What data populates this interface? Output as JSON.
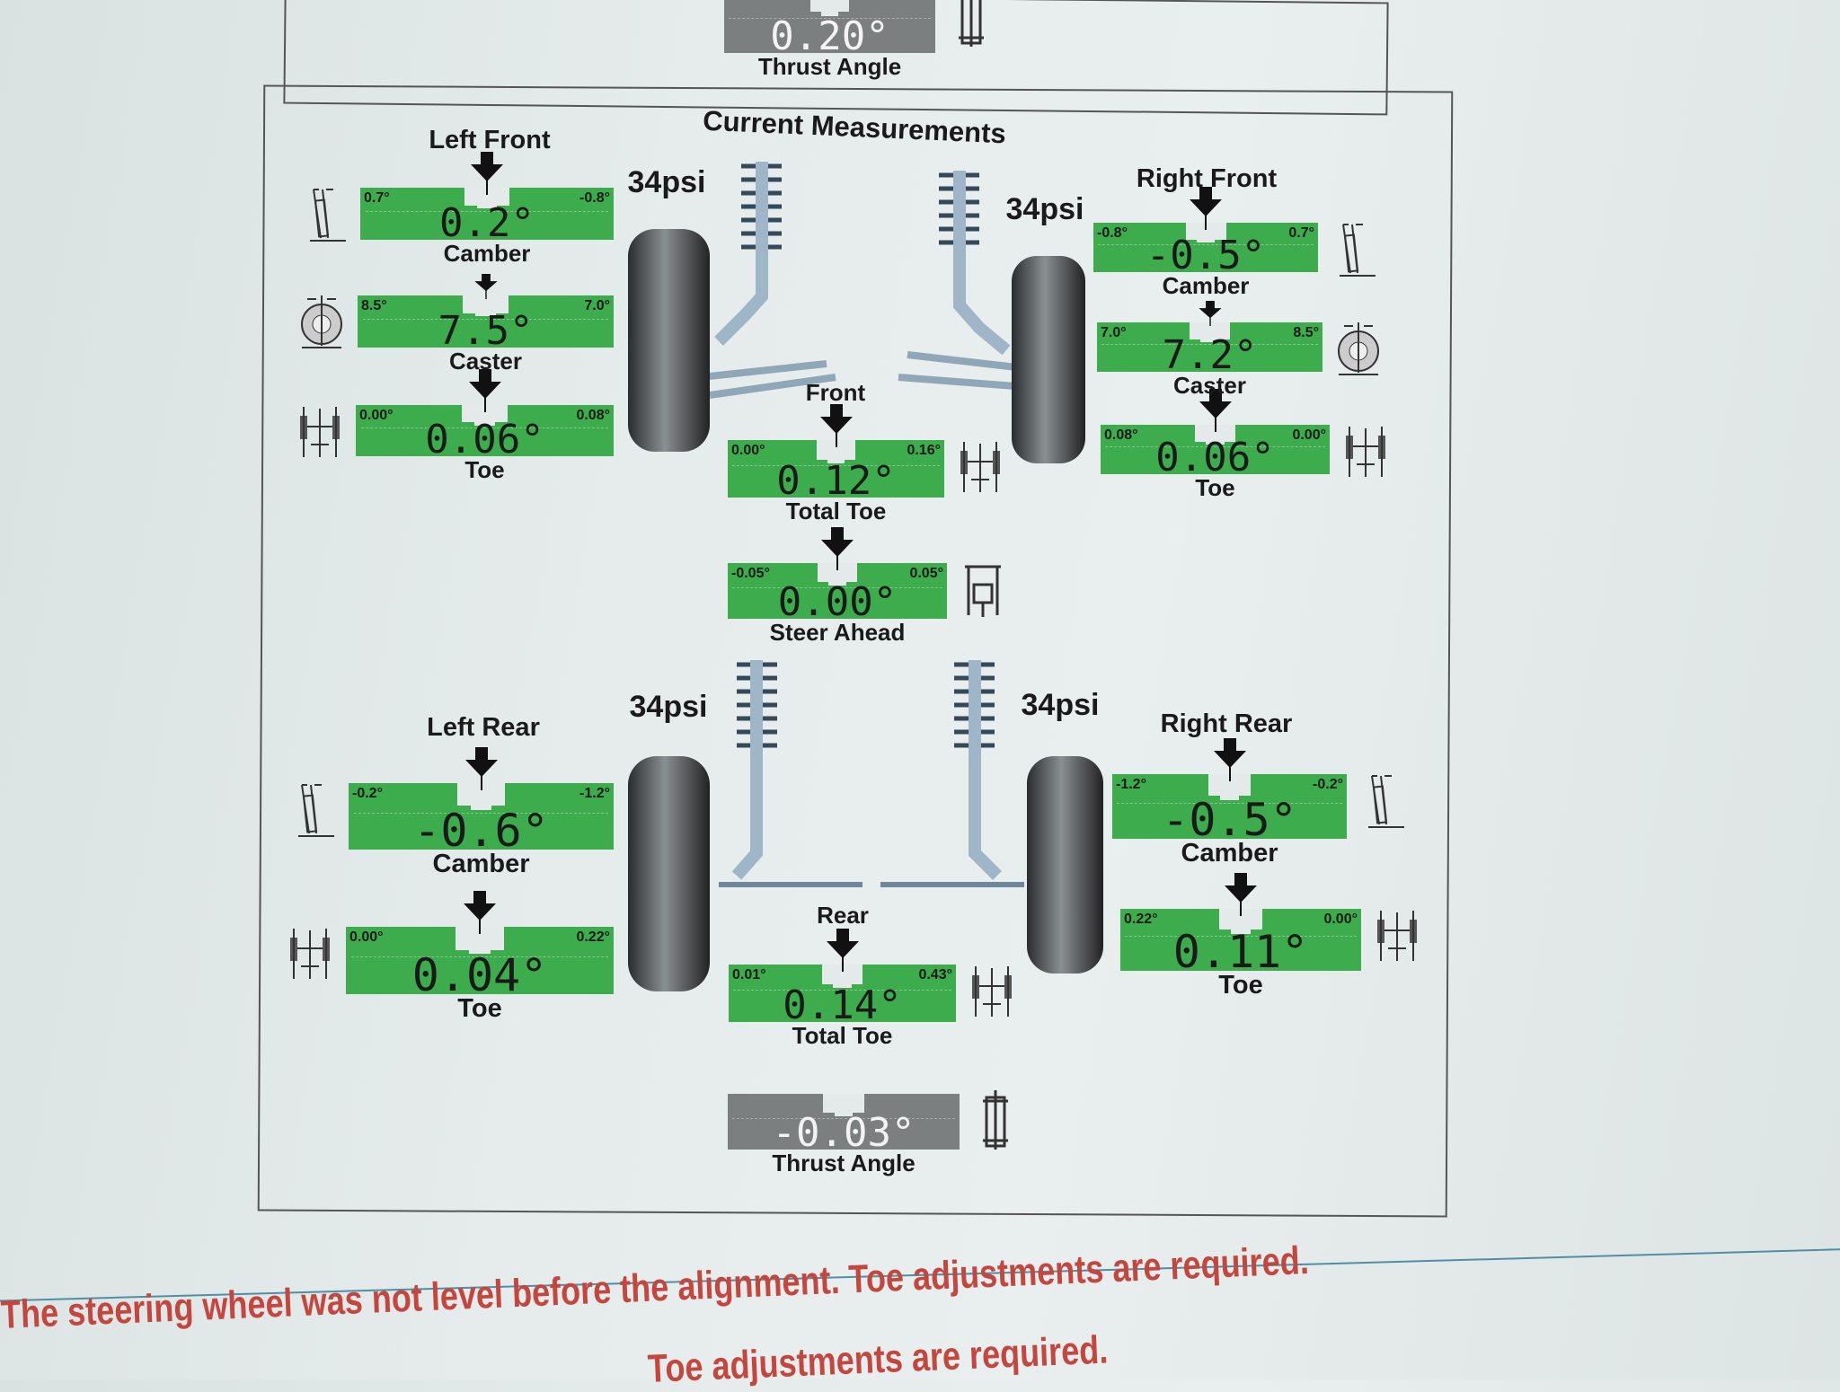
{
  "previous": {
    "thrust_angle": {
      "label": "Thrust Angle",
      "value": "0.20°"
    }
  },
  "header": {
    "title": "Current Measurements"
  },
  "wheels": {
    "left_front": "Left Front",
    "right_front": "Right Front",
    "left_rear": "Left Rear",
    "right_rear": "Right Rear",
    "front": "Front",
    "rear": "Rear"
  },
  "tire_pressure": {
    "left_front": "34psi",
    "right_front": "34psi",
    "left_rear": "34psi",
    "right_rear": "34psi"
  },
  "gauges": {
    "lf_camber": {
      "label": "Camber",
      "value": "0.2°",
      "min": "0.7°",
      "max": "-0.8°"
    },
    "lf_caster": {
      "label": "Caster",
      "value": "7.5°",
      "min": "8.5°",
      "max": "7.0°"
    },
    "lf_toe": {
      "label": "Toe",
      "value": "0.06°",
      "min": "0.00°",
      "max": "0.08°"
    },
    "rf_camber": {
      "label": "Camber",
      "value": "-0.5°",
      "min": "-0.8°",
      "max": "0.7°"
    },
    "rf_caster": {
      "label": "Caster",
      "value": "7.2°",
      "min": "7.0°",
      "max": "8.5°"
    },
    "rf_toe": {
      "label": "Toe",
      "value": "0.06°",
      "min": "0.08°",
      "max": "0.00°"
    },
    "front_total_toe": {
      "label": "Total Toe",
      "value": "0.12°",
      "min": "0.00°",
      "max": "0.16°"
    },
    "steer_ahead": {
      "label": "Steer Ahead",
      "value": "0.00°",
      "min": "-0.05°",
      "max": "0.05°"
    },
    "lr_camber": {
      "label": "Camber",
      "value": "-0.6°",
      "min": "-0.2°",
      "max": "-1.2°"
    },
    "lr_toe": {
      "label": "Toe",
      "value": "0.04°",
      "min": "0.00°",
      "max": "0.22°"
    },
    "rr_camber": {
      "label": "Camber",
      "value": "-0.5°",
      "min": "-1.2°",
      "max": "-0.2°"
    },
    "rr_toe": {
      "label": "Toe",
      "value": "0.11°",
      "min": "0.22°",
      "max": "0.00°"
    },
    "rear_total_toe": {
      "label": "Total Toe",
      "value": "0.14°",
      "min": "0.01°",
      "max": "0.43°"
    },
    "thrust_angle": {
      "label": "Thrust Angle",
      "value": "-0.03°"
    }
  },
  "notes": {
    "line1": "The steering wheel was not level before the alignment.  Toe adjustments are required.",
    "line2": "Toe adjustments are required."
  },
  "colors": {
    "in_spec": "#3dac4c",
    "info": "#7b7f7f",
    "note": "#c4473f"
  }
}
